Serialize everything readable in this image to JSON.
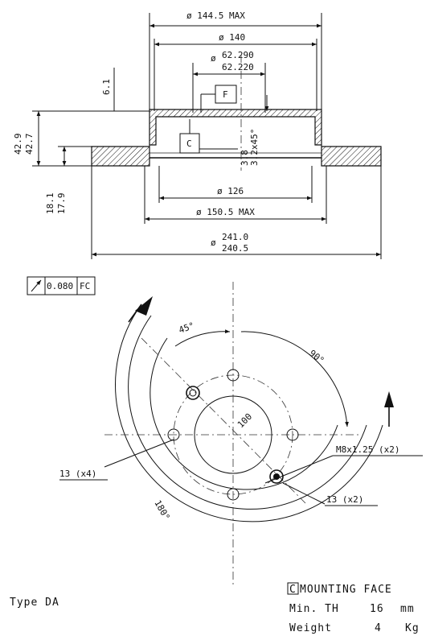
{
  "dimensions": {
    "d_max_outer_hat": "ø 144.5 MAX",
    "d_hat": "ø 140",
    "d_bore": "ø",
    "d_bore_upper": "62.290",
    "d_bore_lower": "62.220",
    "height_total_upper": "42.9",
    "height_total_lower": "42.7",
    "hat_step": "6.1",
    "chamfer_upper": "3.8",
    "chamfer_lower": "3.2x45°",
    "thickness_upper": "18.1",
    "thickness_lower": "17.9",
    "d_126": "ø 126",
    "d_150": "ø 150.5 MAX",
    "d_outer": "ø",
    "d_outer_upper": "241.0",
    "d_outer_lower": "240.5",
    "datum_f": "F",
    "datum_c": "C"
  },
  "tolerance": {
    "value": "0.080",
    "datum": "FC"
  },
  "bolt_view": {
    "angle_45": "45°",
    "angle_90": "90°",
    "angle_180": "180°",
    "pcd": "100",
    "holes_4": "13 (x4)",
    "holes_2": "13 (x2)",
    "thread": "M8x1.25 (x2)"
  },
  "notes": {
    "mounting_box": "C",
    "mounting": "MOUNTING FACE",
    "min_th_label": "Min. TH",
    "min_th_value": "16",
    "min_th_unit": "mm",
    "weight_label": "Weight",
    "weight_value": "4",
    "weight_unit": "Kg",
    "type": "Type DA"
  }
}
